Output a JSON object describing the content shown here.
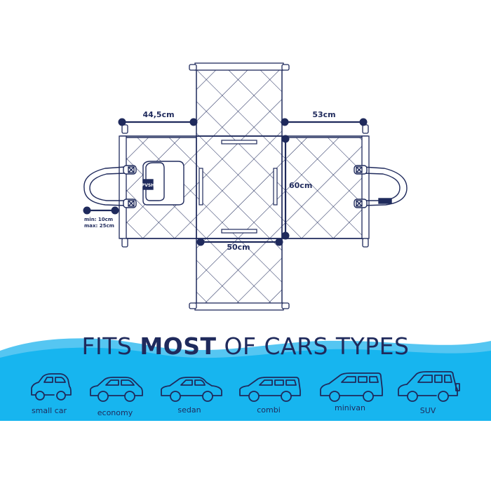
{
  "headline": {
    "part1": "FITS ",
    "bold": "MOST",
    "part2": " OF CARS TYPES"
  },
  "dimensions": {
    "left_flap_width": "44,5cm",
    "right_flap_width": "53cm",
    "height": "60cm",
    "center_width": "50cm",
    "strap_min": "min: 10cm",
    "strap_max": "max: 25cm"
  },
  "bag_logo": "PVSH",
  "car_types": [
    {
      "label": "small car",
      "icon": "small-car-icon"
    },
    {
      "label": "economy",
      "icon": "economy-car-icon"
    },
    {
      "label": "sedan",
      "icon": "sedan-car-icon"
    },
    {
      "label": "combi",
      "icon": "combi-car-icon"
    },
    {
      "label": "minivan",
      "icon": "minivan-car-icon"
    },
    {
      "label": "SUV",
      "icon": "suv-car-icon"
    }
  ],
  "colors": {
    "navy": "#1f2a5c",
    "wave_light": "#55c6f2",
    "wave_main": "#17b5ef"
  }
}
